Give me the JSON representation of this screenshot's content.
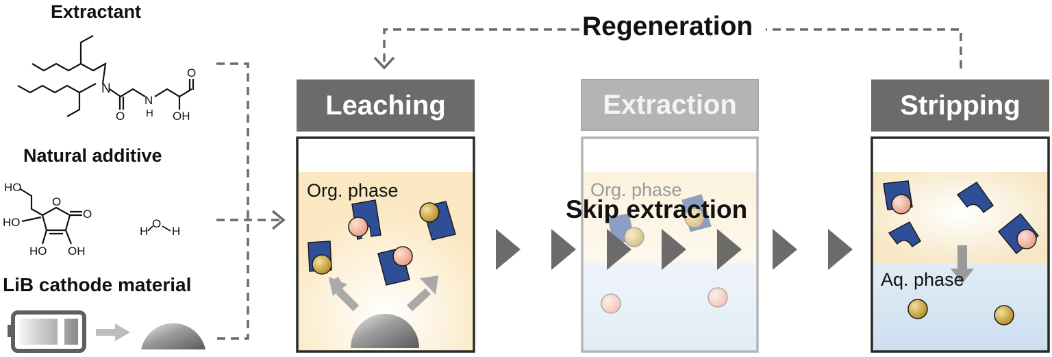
{
  "left_panel": {
    "extractant_label": "Extractant",
    "natural_additive_label": "Natural additive",
    "cathode_label": "LiB cathode material",
    "chem_atoms": {
      "n": "N",
      "nh_n": "N",
      "nh_h": "H",
      "o1": "O",
      "o2": "O",
      "oh": "OH",
      "ho1": "HO",
      "ho2": "HO",
      "ring_o": "O",
      "keto_o": "O",
      "ho3": "HO",
      "oh2": "OH",
      "water_h1": "H",
      "water_o": "O",
      "water_h2": "H"
    }
  },
  "regeneration_label": "Regeneration",
  "steps": {
    "leaching": {
      "title": "Leaching",
      "phase": "Org. phase"
    },
    "extraction": {
      "title": "Extraction",
      "phase": "Org. phase",
      "skip_label": "Skip extraction"
    },
    "stripping": {
      "title": "Stripping",
      "phase": "Aq. phase"
    }
  },
  "colors": {
    "header_dark": "#6d6a6a",
    "header_faded": "#b5b3b3",
    "org_phase": "#fbeccb",
    "aq_phase": "#d9e7f2",
    "extractant_blue": "#2e4f96",
    "li_ion": "#f2b3a0",
    "metal_ion": "#caa23a",
    "arrow_gray": "#6d6a6a"
  }
}
